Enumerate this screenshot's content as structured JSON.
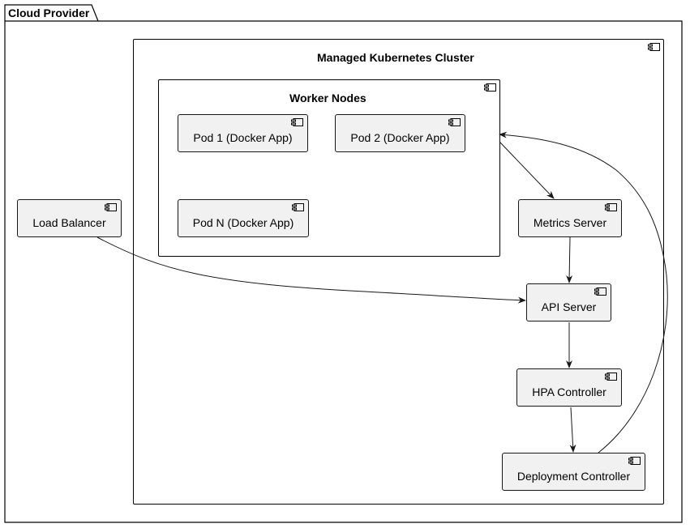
{
  "diagram": {
    "package_title": "Cloud Provider",
    "cluster_title": "Managed Kubernetes Cluster",
    "worker_nodes_title": "Worker Nodes",
    "components": {
      "pod1": "Pod 1 (Docker App)",
      "pod2": "Pod 2 (Docker App)",
      "podn": "Pod N (Docker App)",
      "load_balancer": "Load Balancer",
      "metrics_server": "Metrics Server",
      "api_server": "API Server",
      "hpa_controller": "HPA Controller",
      "deployment_controller": "Deployment Controller"
    },
    "icon": "component-icon",
    "colors": {
      "component_fill": "#f1f1f1",
      "border": "#181818",
      "line": "#181818"
    }
  }
}
